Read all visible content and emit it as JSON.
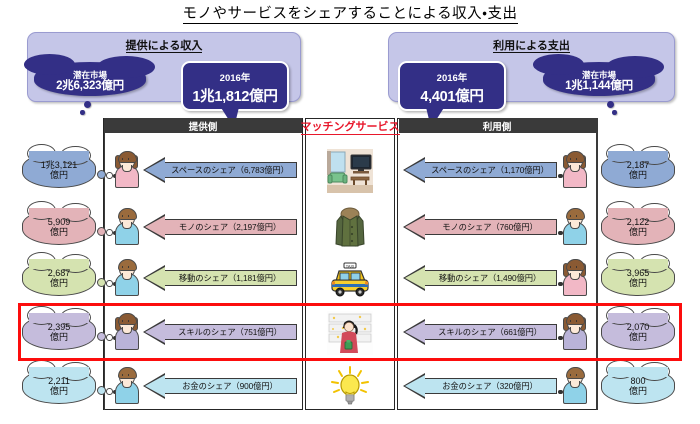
{
  "title": "モノやサービスをシェアすることによる収入・支出",
  "panels": {
    "left": {
      "title": "提供による収入",
      "cloud": {
        "label": "潜在市場",
        "value": "2兆6,323億円"
      },
      "callout": {
        "year": "2016年",
        "value": "1兆1,812億円"
      }
    },
    "right": {
      "title": "利用による支出",
      "cloud": {
        "label": "潜在市場",
        "value": "1兆1,144億円"
      },
      "callout": {
        "year": "2016年",
        "value": "4,401億円"
      }
    }
  },
  "columns": {
    "left_header": "提供側",
    "center_header": "マッチングサービス",
    "right_header": "利用側"
  },
  "colors": {
    "space": "#8faad4",
    "goods": "#e3b3b8",
    "mobility": "#d5e3b0",
    "skill": "#c5bcdc",
    "money": "#bde4f0",
    "navy": "#332f86",
    "panel": "#c5c6e8",
    "red_highlight": "#fc0d0d",
    "header_bar": "#3a3a3a",
    "center_label": "#e8172b"
  },
  "rows": [
    {
      "category": "space",
      "icon": "living-room-icon",
      "color": "#8faad4",
      "left": {
        "bubble": "1兆3,121\n億円",
        "bubble_l1": "1兆3,121",
        "bubble_l2": "億円",
        "arrow_label": "スペースのシェア（6,783億円）",
        "avatar": "female-pink"
      },
      "right": {
        "bubble_l1": "2,187",
        "bubble_l2": "億円",
        "arrow_label": "スペースのシェア（1,170億円）",
        "avatar": "female-pink"
      }
    },
    {
      "category": "goods",
      "icon": "coat-icon",
      "color": "#e3b3b8",
      "left": {
        "bubble_l1": "5,909",
        "bubble_l2": "億円",
        "arrow_label": "モノのシェア（2,197億円）",
        "avatar": "male-blue"
      },
      "right": {
        "bubble_l1": "2,122",
        "bubble_l2": "億円",
        "arrow_label": "モノのシェア（760億円）",
        "avatar": "male-blue"
      }
    },
    {
      "category": "mobility",
      "icon": "taxi-icon",
      "color": "#d5e3b0",
      "left": {
        "bubble_l1": "2,687",
        "bubble_l2": "億円",
        "arrow_label": "移動のシェア（1,181億円）",
        "avatar": "male-blue"
      },
      "right": {
        "bubble_l1": "3,965",
        "bubble_l2": "億円",
        "arrow_label": "移動のシェア（1,490億円）",
        "avatar": "female-pink"
      }
    },
    {
      "category": "skill",
      "icon": "person-working-icon",
      "color": "#c5bcdc",
      "highlighted": true,
      "left": {
        "bubble_l1": "2,395",
        "bubble_l2": "億円",
        "arrow_label": "スキルのシェア（751億円）",
        "avatar": "female-purple"
      },
      "right": {
        "bubble_l1": "2,070",
        "bubble_l2": "億円",
        "arrow_label": "スキルのシェア（661億円）",
        "avatar": "female-purple"
      }
    },
    {
      "category": "money",
      "icon": "lightbulb-icon",
      "color": "#bde4f0",
      "left": {
        "bubble_l1": "2,211",
        "bubble_l2": "億円",
        "arrow_label": "お金のシェア（900億円）",
        "avatar": "male-blue"
      },
      "right": {
        "bubble_l1": "800",
        "bubble_l2": "億円",
        "arrow_label": "お金のシェア（320億円）",
        "avatar": "male-blue"
      }
    }
  ]
}
